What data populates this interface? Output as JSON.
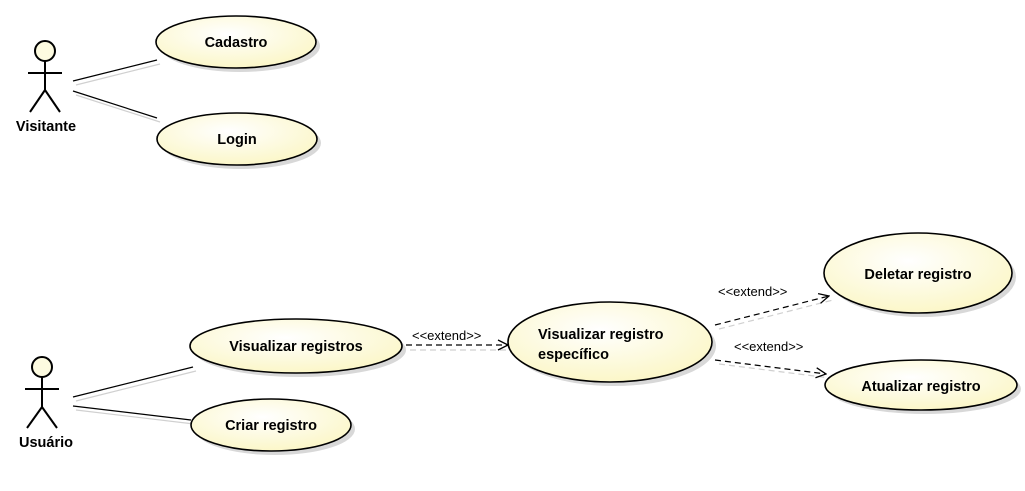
{
  "actors": {
    "visitante": "Visitante",
    "usuario": "Usuário"
  },
  "use_cases": {
    "cadastro": "Cadastro",
    "login": "Login",
    "visualizar_registros": "Visualizar registros",
    "criar_registro": "Criar registro",
    "visualizar_especifico_line1": "Visualizar registro",
    "visualizar_especifico_line2": "específico",
    "deletar_registro": "Deletar registro",
    "atualizar_registro": "Atualizar registro"
  },
  "relationships": {
    "extend_1": "<<extend>>",
    "extend_2": "<<extend>>",
    "extend_3": "<<extend>>"
  },
  "colors": {
    "usecase_fill_light": "#ffffff",
    "usecase_fill_dark": "#fbf6c4",
    "outline": "#000000",
    "shadow": "#d8d8d8"
  }
}
